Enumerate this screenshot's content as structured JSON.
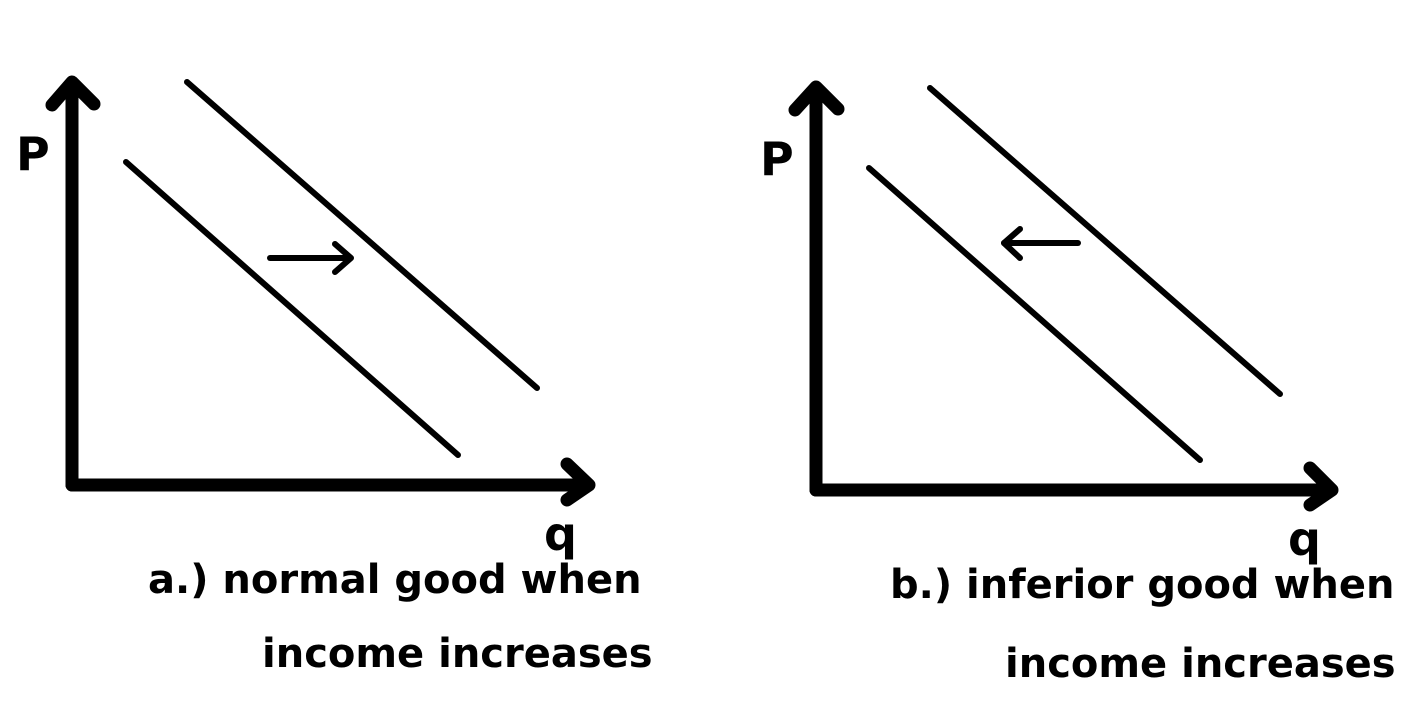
{
  "panels": [
    {
      "id": "a",
      "y_axis_label": "P",
      "x_axis_label": "q",
      "shift_direction": "right",
      "caption_line1": "a.) normal good when",
      "caption_line2": "income increases"
    },
    {
      "id": "b",
      "y_axis_label": "P",
      "x_axis_label": "q",
      "shift_direction": "left",
      "caption_line1": "b.) inferior good when",
      "caption_line2": "income increases"
    }
  ],
  "colors": {
    "ink": "#000000",
    "background": "#ffffff"
  }
}
